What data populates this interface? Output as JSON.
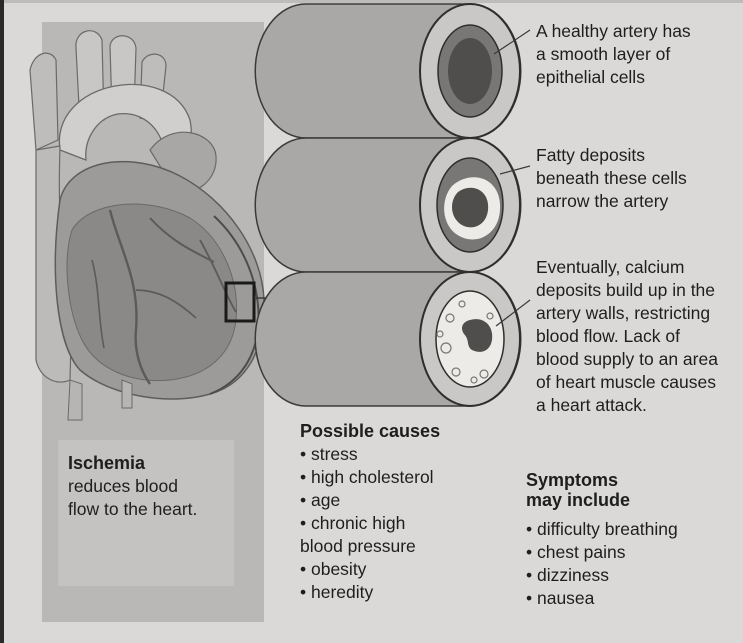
{
  "annotations": {
    "healthy": [
      "A healthy artery has",
      "a smooth layer of",
      "epithelial cells"
    ],
    "fatty": [
      "Fatty deposits",
      "beneath these cells",
      "narrow the artery"
    ],
    "calcium": [
      "Eventually, calcium",
      "deposits build up in the",
      "artery walls, restricting",
      "blood flow. Lack of",
      "blood supply to an area",
      "of heart muscle causes",
      "a heart attack."
    ]
  },
  "ischemia": {
    "title": "Ischemia",
    "lines": [
      "reduces blood",
      "flow to the heart."
    ]
  },
  "causes": {
    "title": "Possible causes",
    "items": [
      "• stress",
      "• high cholesterol",
      "• age",
      "• chronic high",
      "blood pressure",
      "• obesity",
      "• heredity"
    ]
  },
  "symptoms": {
    "title_lines": [
      "Symptoms",
      "may include"
    ],
    "items": [
      "• difficulty breathing",
      "• chest pains",
      "• dizziness",
      "• nausea"
    ]
  },
  "colors": {
    "background": "#dad9d7",
    "panel": "#b9b8b6",
    "heart_light": "#c6c5c3",
    "heart_mid": "#9a9997",
    "heart_dark": "#777674",
    "artery_wall": "#a9a8a6",
    "lumen": "#4f4e4c",
    "fat": "#ecebe8"
  }
}
